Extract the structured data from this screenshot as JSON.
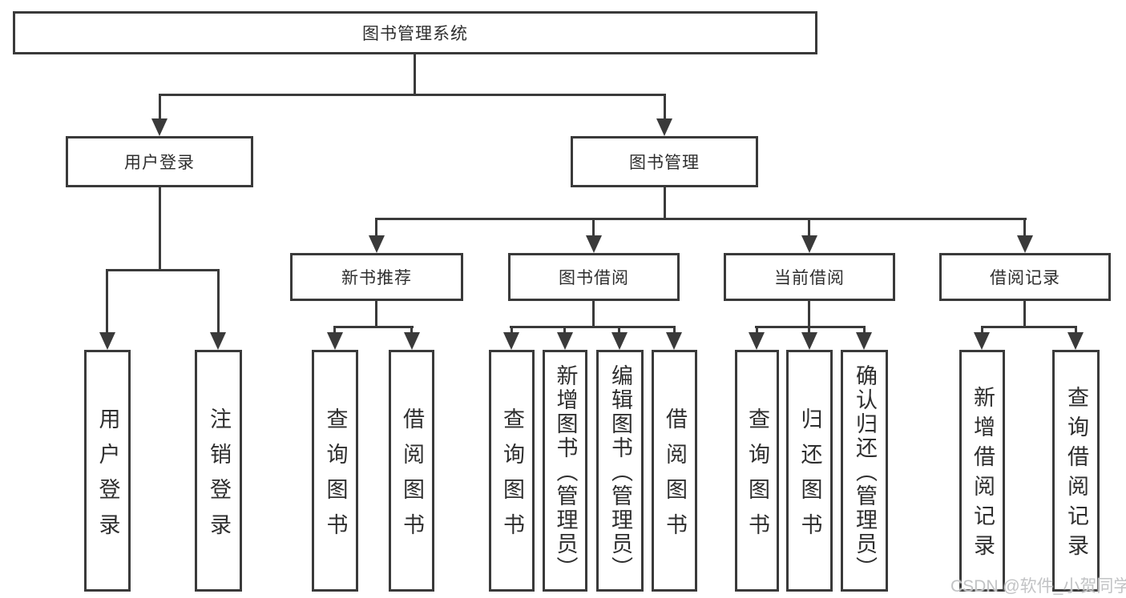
{
  "diagram": {
    "title": "图书管理系统",
    "tree": {
      "root": {
        "label": "图书管理系统",
        "children": [
          {
            "label": "用户登录",
            "children": [
              {
                "label": "用户登录"
              },
              {
                "label": "注销登录"
              }
            ]
          },
          {
            "label": "图书管理",
            "children": [
              {
                "label": "新书推荐",
                "children": [
                  {
                    "label": "查询图书"
                  },
                  {
                    "label": "借阅图书"
                  }
                ]
              },
              {
                "label": "图书借阅",
                "children": [
                  {
                    "label": "查询图书"
                  },
                  {
                    "label": "新增图书（管理员）"
                  },
                  {
                    "label": "编辑图书（管理员）"
                  },
                  {
                    "label": "借阅图书"
                  }
                ]
              },
              {
                "label": "当前借阅",
                "children": [
                  {
                    "label": "查询图书"
                  },
                  {
                    "label": "归还图书"
                  },
                  {
                    "label": "确认归还（管理员）"
                  }
                ]
              },
              {
                "label": "借阅记录",
                "children": [
                  {
                    "label": "新增借阅记录"
                  },
                  {
                    "label": "查询借阅记录"
                  }
                ]
              }
            ]
          }
        ]
      }
    },
    "colors": {
      "line": "#3a3a3a",
      "text": "#2e2e2e",
      "background": "#ffffff",
      "watermark": "#c2c3c5"
    }
  },
  "watermark": {
    "text": "CSDN @软件_小贺同学"
  }
}
